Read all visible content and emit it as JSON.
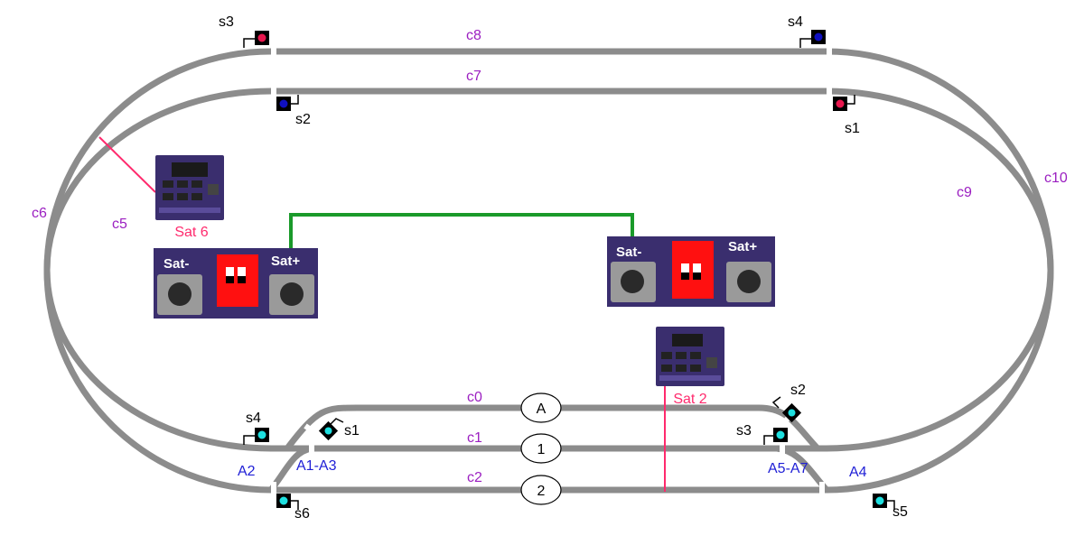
{
  "tracks": {
    "c0": "c0",
    "c1": "c1",
    "c2": "c2",
    "c5": "c5",
    "c6": "c6",
    "c7": "c7",
    "c8": "c8",
    "c9": "c9",
    "c10": "c10"
  },
  "turnouts": {
    "a1_a3": "A1-A3",
    "a2": "A2",
    "a4": "A4",
    "a5_a7": "A5-A7"
  },
  "blocks": {
    "a": "A",
    "one": "1",
    "two": "2"
  },
  "signals": {
    "s1_right": "s1",
    "s2_left": "s2",
    "s3_left": "s3",
    "s4_right": "s4",
    "s1_inner": "s1",
    "s2_right": "s2",
    "s3_right": "s3",
    "s4_left": "s4",
    "s5": "s5",
    "s6": "s6"
  },
  "satellites": {
    "sat6": "Sat 6",
    "sat2": "Sat 2"
  },
  "buttons": {
    "left_minus": "Sat-",
    "left_plus": "Sat+",
    "right_minus": "Sat-",
    "right_plus": "Sat+"
  },
  "colors": {
    "track": "#8c8c8c",
    "track_label": "#9b1fc1",
    "turnout_label": "#1f1fd6",
    "sat_label": "#ff2a6d",
    "link_line": "#1a9a2a",
    "signal_cyan": "#1ee0e0",
    "signal_blue": "#1010c0",
    "signal_red": "#e8174e",
    "pcb": "#3a2e6e",
    "dip_switch": "#ff1010"
  }
}
